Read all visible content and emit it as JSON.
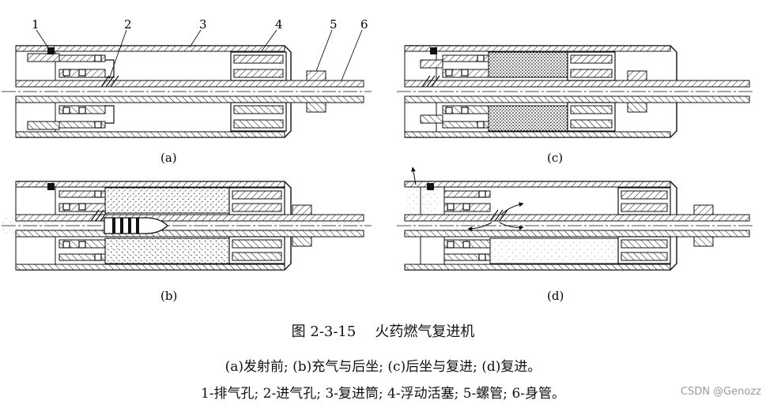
{
  "callouts": [
    "1",
    "2",
    "3",
    "4",
    "5",
    "6"
  ],
  "panels": [
    {
      "id": "a",
      "label": "(a)",
      "state": "before"
    },
    {
      "id": "b",
      "label": "(b)",
      "state": "charging"
    },
    {
      "id": "c",
      "label": "(c)",
      "state": "recoil"
    },
    {
      "id": "d",
      "label": "(d)",
      "state": "return"
    }
  ],
  "caption": {
    "number": "图 2-3-15",
    "title": "火药燃气复进机",
    "subtitle": "(a)发射前; (b)充气与后坐; (c)后坐与复进; (d)复进。",
    "legend": "1-排气孔; 2-进气孔; 3-复进筒; 4-浮动活塞; 5-螺管; 6-身管。"
  },
  "watermark": "CSDN @Genozz",
  "colors": {
    "line": "#111111",
    "gas": "#444444",
    "background": "#ffffff"
  }
}
